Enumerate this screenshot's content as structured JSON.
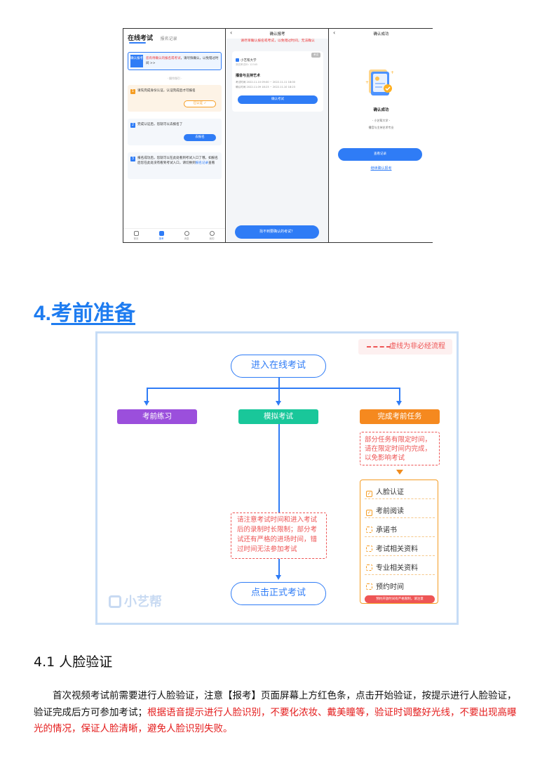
{
  "screens": {
    "s1": {
      "tab_active": "在线考试",
      "tab_other": "报名记录",
      "banner_tag": "确认报考",
      "banner_text_red": "您有待确认的报名或考试",
      "banner_text": "，请尽快确认，以免错过时间 >>",
      "guide": "· 操作指引 ·",
      "step1_num": "1",
      "step1_text": "请先完成身份认证，认证完成后才可报名",
      "step1_btn": "已认证 ✓",
      "step2_num": "2",
      "step2_text": "完成认证后，您就可以去报名了",
      "step2_btn": "去报名",
      "step3_num": "3",
      "step3_text_a": "报名成功后，您就可以在此处看到考试入口了哦，如报名后您在此处没有看到考试入口，请切换到",
      "step3_link": "报名记录",
      "step3_text_b": "查看",
      "nav": [
        "首页",
        "报考",
        "消息",
        "我的"
      ]
    },
    "s2": {
      "title": "确认报考",
      "back": "‹",
      "warning": "请尽早确认报名或考试，以免错过时间，无法确认",
      "badge": "考试",
      "university": "小艺帮大学",
      "sub": "测试考试ID: 12345",
      "major": "播音与主持艺术",
      "time1": "考试时间 2022.11.10 09:00 ~ 2022.11.11 18:00",
      "time2": "确认时间 2022.11.09 18:23 ~ 2022.11.10 18:23",
      "confirm_btn": "确认考试",
      "bottom_btn": "找不到要确认的考试？"
    },
    "s3": {
      "title": "确认成功",
      "back": "‹",
      "status": "确认成功",
      "university": "- 小艺帮大学 -",
      "major": "播音与主持艺术专业",
      "btn": "查看记录",
      "link": "继续确认报考"
    }
  },
  "section4": {
    "num": "4.",
    "title": "考前准备"
  },
  "flow": {
    "legend": "虚线为非必经流程",
    "start": "进入在线考试",
    "branches": [
      {
        "label": "考前练习",
        "color": "#9b4fdc"
      },
      {
        "label": "模拟考试",
        "color": "#19c79a"
      },
      {
        "label": "完成考前任务",
        "color": "#f5891f"
      }
    ],
    "note_tasks": "部分任务有限定时间，请在限定时间内完成，以免影响考试",
    "note_mock": "请注意考试时间和进入考试后的录制时长限制；部分考试还有严格的进场时间，错过时间无法参加考试",
    "end": "点击正式考试",
    "tasks": [
      {
        "label": "人脸认证",
        "checked": true
      },
      {
        "label": "考前阅读",
        "checked": true
      },
      {
        "label": "承诺书",
        "checked": false
      },
      {
        "label": "考试相关资料",
        "checked": false
      },
      {
        "label": "专业相关资料",
        "checked": false
      },
      {
        "label": "预约时间",
        "checked": false
      }
    ],
    "task_warning": "预约开放时间有严格限制，请注意",
    "watermark": "小艺帮"
  },
  "section41": {
    "title": "4.1 人脸验证",
    "para_black": "首次视频考试前需要进行人脸验证，注意【报考】页面屏幕上方红色条，点击开始验证，按提示进行人脸验证，验证完成后方可参加考试；",
    "para_red": "根据语音提示进行人脸识别，不要化浓妆、戴美瞳等，验证时调整好光线，不要出现高曝光的情况，保证人脸清晰，避免人脸识别失败。"
  }
}
